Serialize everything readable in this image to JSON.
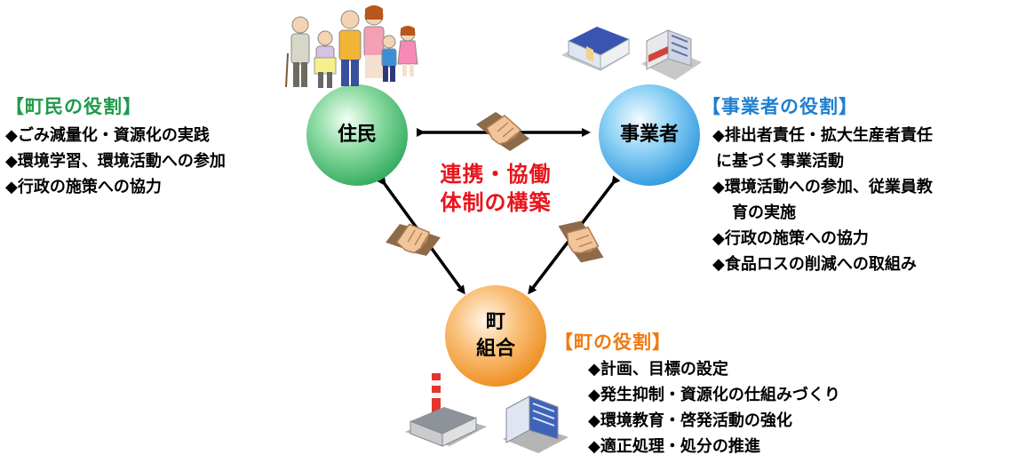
{
  "nodes": {
    "residents": {
      "label": "住民",
      "color": "#3db868"
    },
    "business": {
      "label": "事業者",
      "color": "#3aa3e6"
    },
    "town": {
      "label_line1": "町",
      "label_line2": "組合",
      "color": "#f08a1e"
    }
  },
  "center_text": {
    "line1": "連携・協働",
    "line2": "体制の構築",
    "color": "#e8141c"
  },
  "roles": {
    "residents": {
      "title": "【町民の役割】",
      "title_color": "#1f9a4a",
      "items": [
        "◆ごみ減量化・資源化の実践",
        "◆環境学習、環境活動への参加",
        "◆行政の施策への協力"
      ]
    },
    "business": {
      "title": "【事業者の役割】",
      "title_color": "#1e7fd0",
      "items": [
        "◆排出者責任・拡大生産者責任",
        "に基づく事業活動",
        "◆環境活動への参加、従業員教",
        "育の実施",
        "◆行政の施策への協力",
        "◆食品ロスの削減への取組み"
      ]
    },
    "town": {
      "title": "【町の役割】",
      "title_color": "#f07a10",
      "items": [
        "◆計画、目標の設定",
        "◆発生抑制・資源化の仕組みづくり",
        "◆環境教育・啓発活動の強化",
        "◆適正処理・処分の推進"
      ]
    }
  },
  "icons": {
    "family": "family-illustration-icon",
    "business_buildings": "business-buildings-icon",
    "town_facilities": "town-facilities-icon",
    "handshake": "handshake-icon"
  }
}
